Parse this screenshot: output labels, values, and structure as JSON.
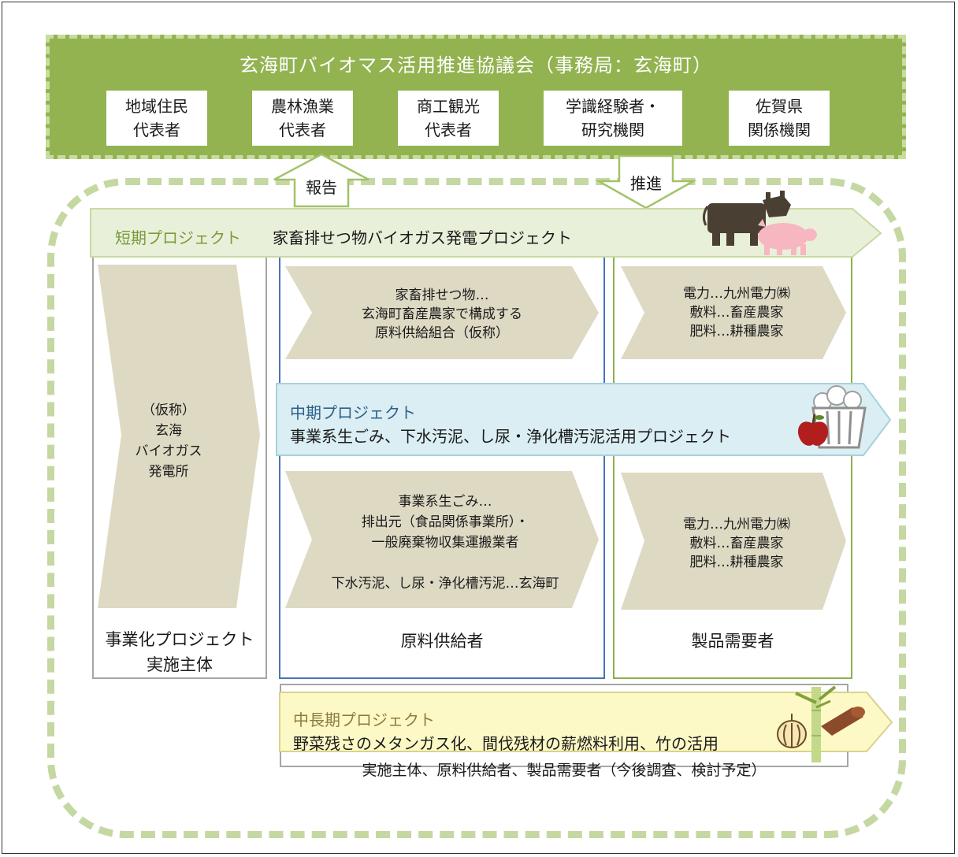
{
  "council": {
    "title": "玄海町バイオマス活用推進協議会（事務局：玄海町）",
    "members": [
      "地域住民\n代表者",
      "農林漁業\n代表者",
      "商工観光\n代表者",
      "学識経験者・\n研究機関",
      "佐賀県\n関係機関"
    ]
  },
  "arrows": {
    "report": "報告",
    "promote": "推進"
  },
  "short_term": {
    "label": "短期プロジェクト",
    "name": "家畜排せつ物バイオガス発電プロジェクト"
  },
  "mid_term": {
    "label": "中期プロジェクト",
    "name": "事業系生ごみ、下水汚泥、し尿・浄化槽汚泥活用プロジェクト"
  },
  "long_term": {
    "label": "中長期プロジェクト",
    "name": "野菜残さのメタンガス化、間伐残材の薪燃料利用、竹の活用",
    "note": "実施主体、原料供給者、製品需要者（今後調査、検討予定）"
  },
  "columns": {
    "operator": {
      "footer": "事業化プロジェクト\n実施主体",
      "plant": "（仮称）\n玄海\nバイオガス\n発電所"
    },
    "supplier": {
      "footer": "原料供給者",
      "short": "家畜排せつ物…\n玄海町畜産農家で構成する\n原料供給組合（仮称）",
      "mid": "事業系生ごみ…\n排出元（食品関係事業所）・\n一般廃棄物収集運搬業者\n\n下水汚泥、し尿・浄化槽汚泥…玄海町"
    },
    "consumer": {
      "footer": "製品需要者",
      "short": "電力…九州電力㈱\n敷料…畜産農家\n肥料…耕種農家",
      "mid": "電力…九州電力㈱\n敷料…畜産農家\n肥料…耕種農家"
    }
  },
  "icons": [
    "cow-icon",
    "pig-icon",
    "popcorn-bucket-icon",
    "apple-icon",
    "onion-icon",
    "bamboo-icon",
    "log-icon"
  ],
  "colors": {
    "council_green": "#92b350",
    "short_band": "#e9f0da",
    "mid_band": "#daeef3",
    "long_band": "#fdf9c6",
    "khaki": "#ddd9c3",
    "supplier_border": "#4a73b8",
    "consumer_border": "#8db04b"
  }
}
